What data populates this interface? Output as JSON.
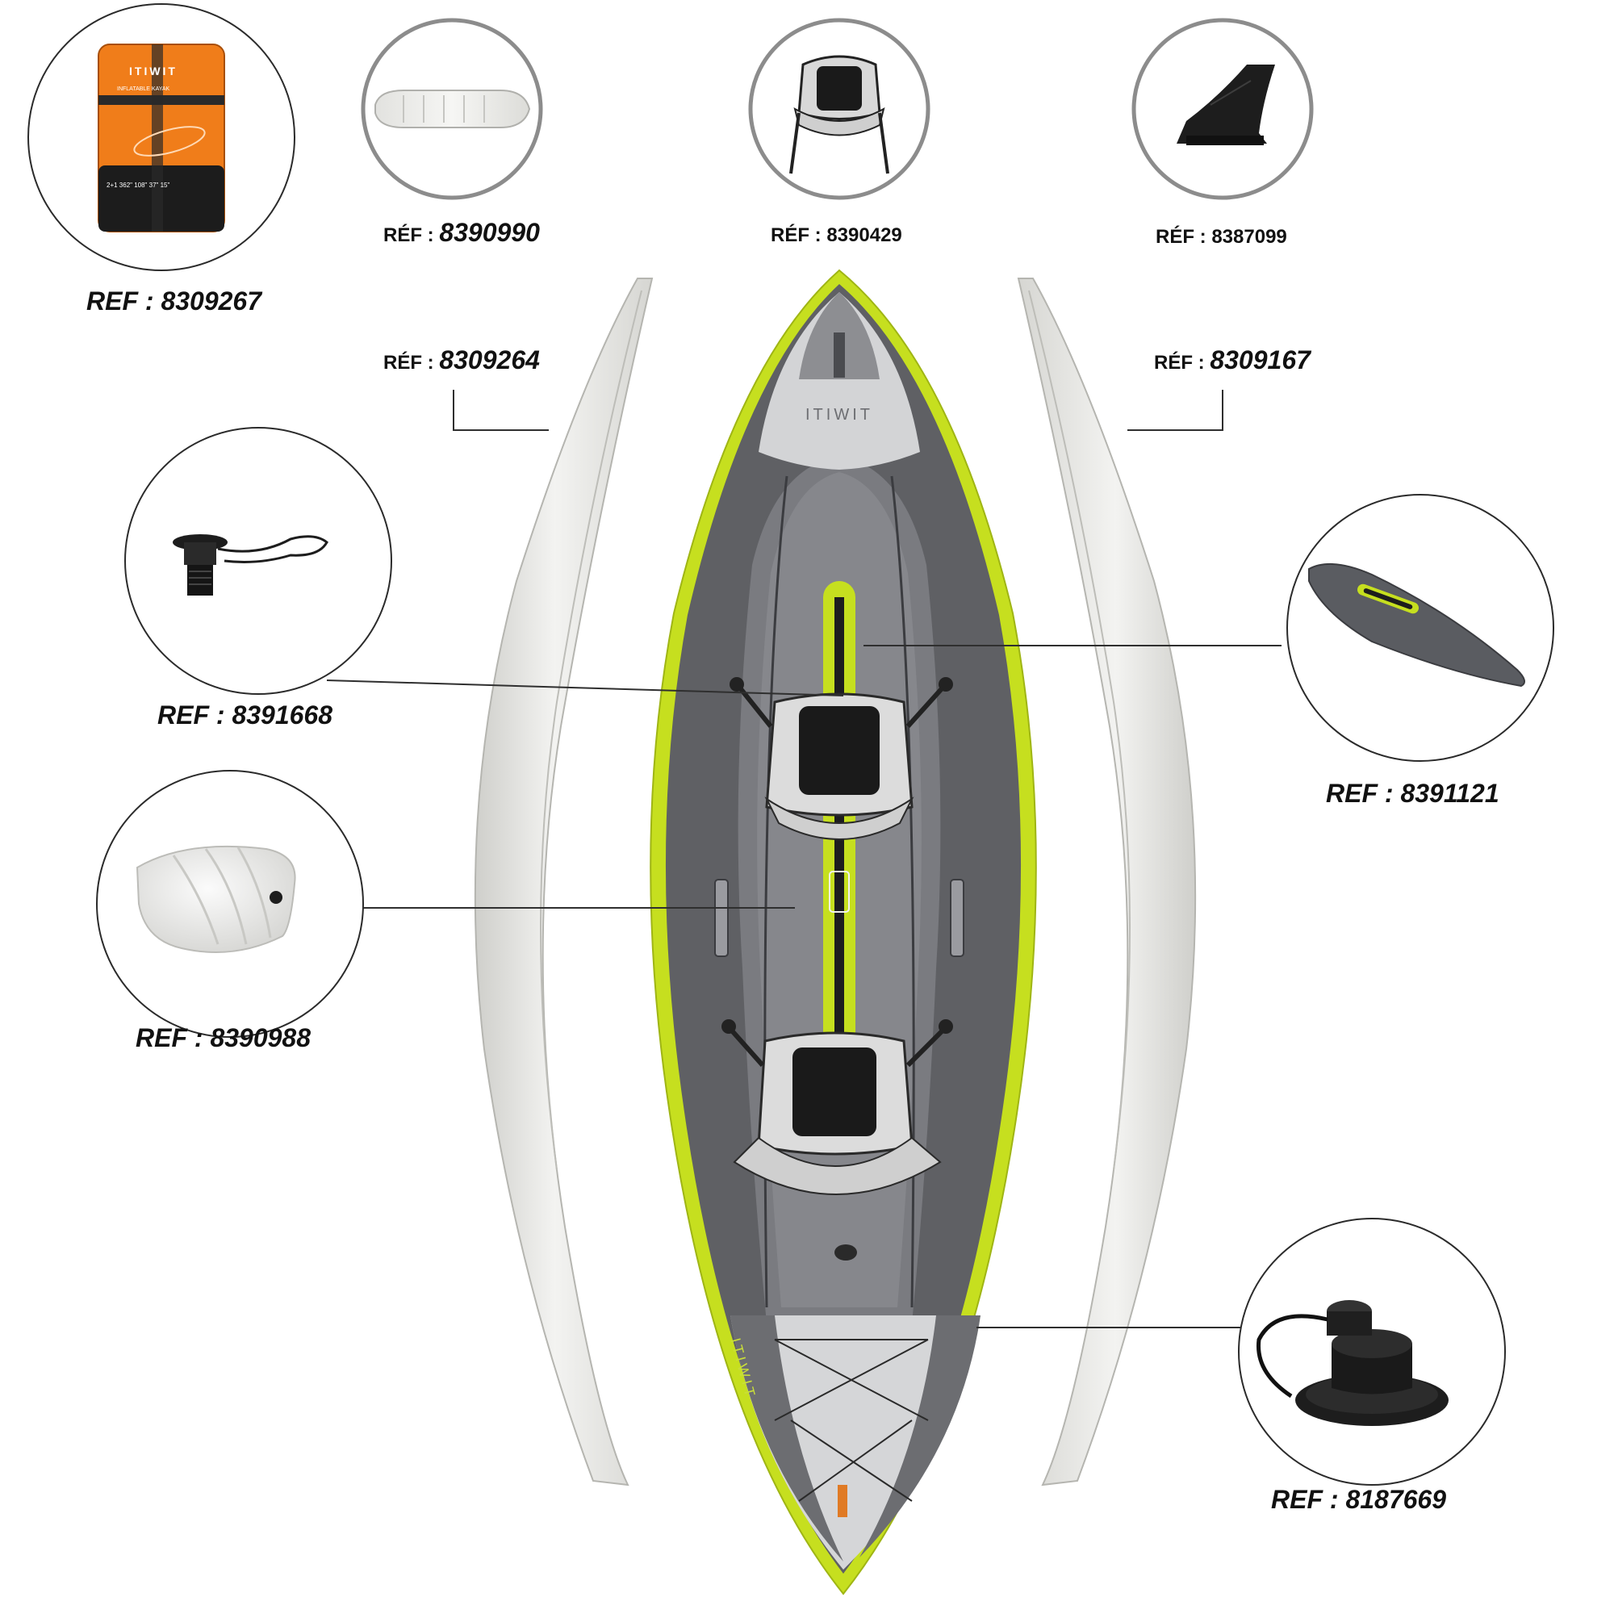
{
  "brand": "ITIWIT",
  "bag": {
    "brand": "ITIWIT",
    "subtitle": "INFLATABLE KAYAK",
    "specs": "2+1  362\"  108\"  37\"  15\""
  },
  "refs": {
    "bag": "REF : 8309267",
    "floor_prefix": "RÉF : ",
    "floor_num": "8390990",
    "seat": "RÉF : 8390429",
    "fin": "RÉF : 8387099",
    "left_tube_prefix": "RÉF : ",
    "left_tube_num": "8309264",
    "right_tube_prefix": "RÉF : ",
    "right_tube_num": "8309167",
    "valve": "REF : 8391668",
    "cushion": "REF : 8390988",
    "cover": "REF : 8391121",
    "drain": "REF : 8187669"
  },
  "colors": {
    "lime": "#c6df1f",
    "hull_dark": "#5a5b5f",
    "hull_mid": "#77787c",
    "tube": "#e9e9e6",
    "bag_orange": "#f07d1a",
    "circle_border": "#2b2b2b",
    "circle_border_grey": "#8c8c8c"
  }
}
